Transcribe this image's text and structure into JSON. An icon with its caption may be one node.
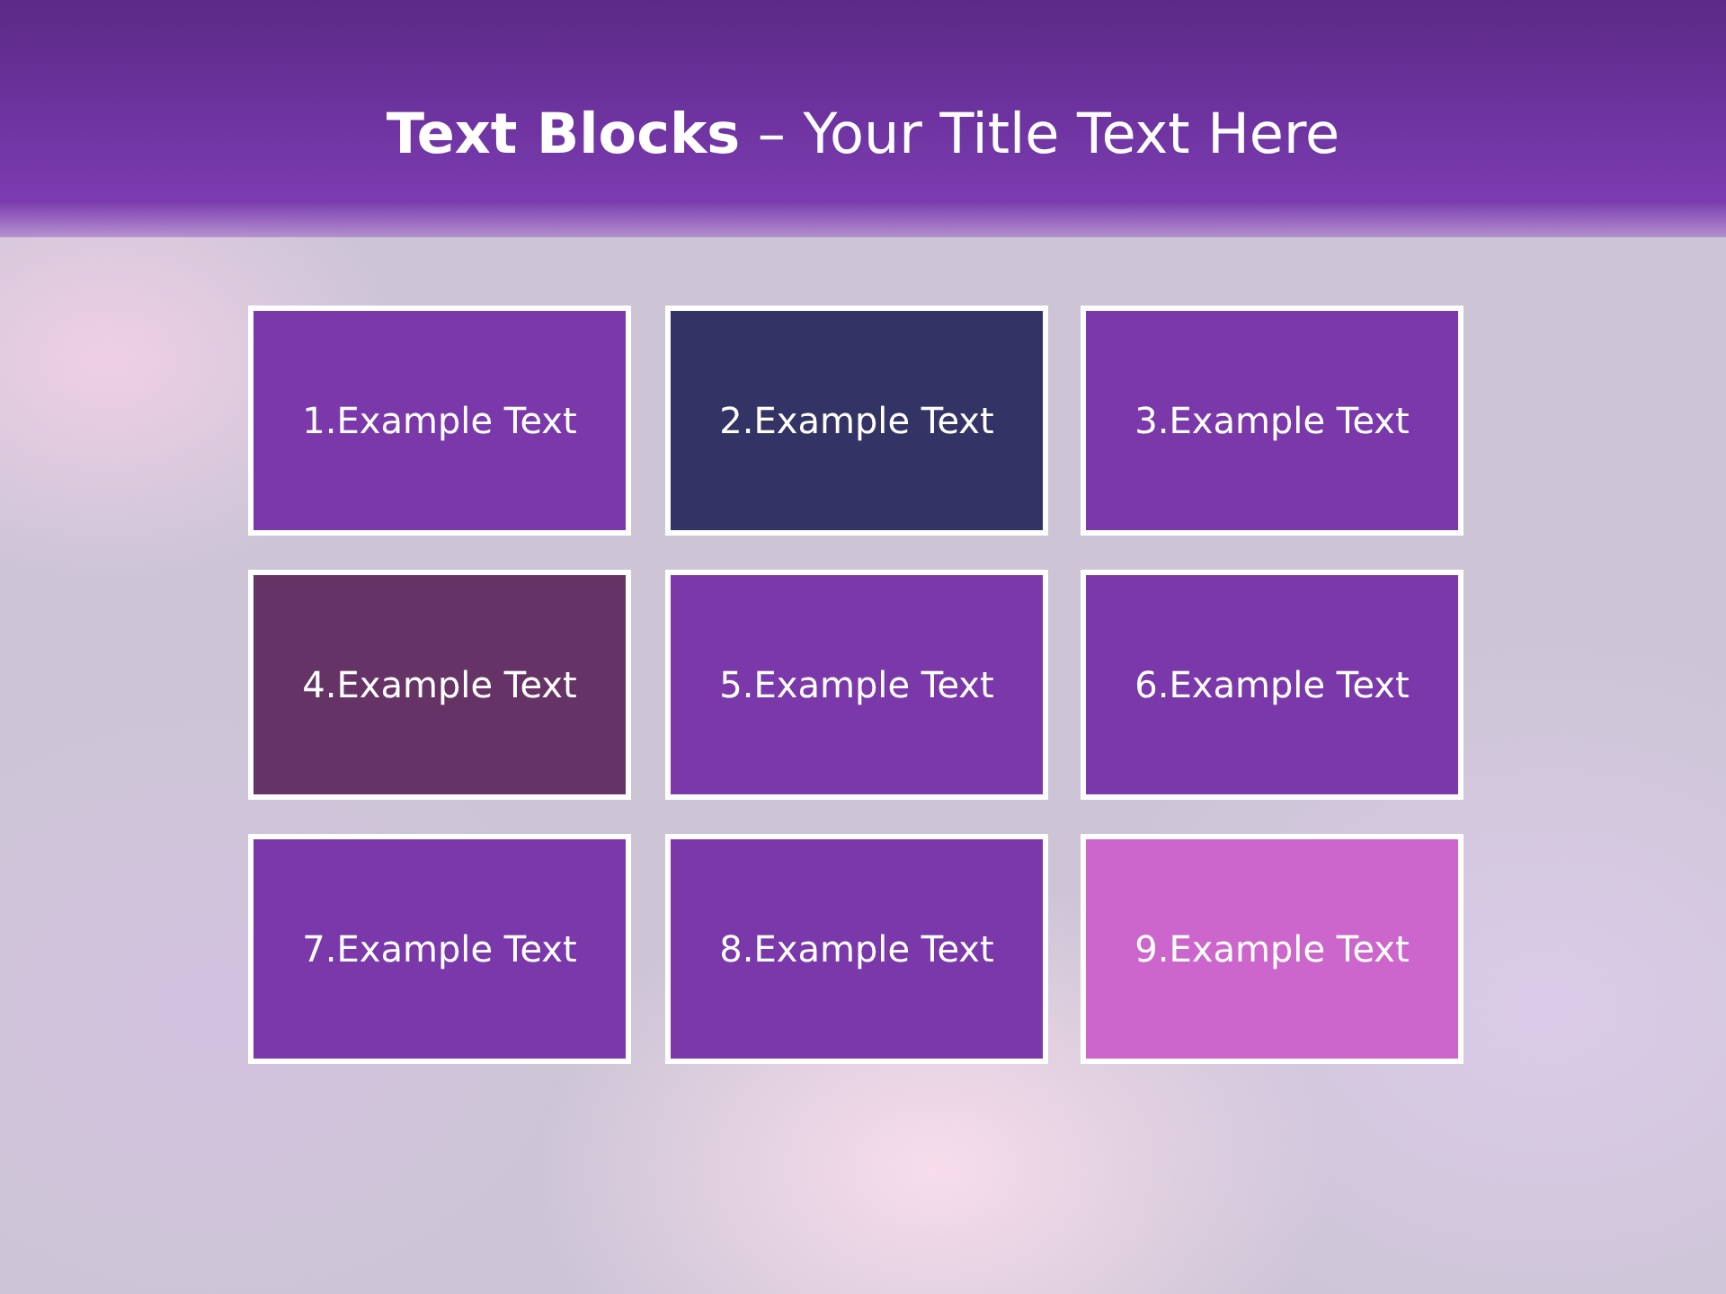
{
  "diagram": {
    "title": "**Text Blocks** – Your Title Text Here",
    "nodes": [
      {
        "text": [
          "1.Example Text"
        ]
      },
      {
        "text": [
          "2.Example Text"
        ]
      },
      {
        "text": [
          "3.Example Text"
        ]
      },
      {
        "text": [
          "4.Example Text"
        ]
      },
      {
        "text": [
          "5.Example Text"
        ]
      },
      {
        "text": [
          "6.Example Text"
        ]
      },
      {
        "text": [
          "7.Example Text"
        ]
      },
      {
        "text": [
          "8.Example Text"
        ]
      },
      {
        "text": [
          "9.Example Text"
        ]
      }
    ]
  }
}
